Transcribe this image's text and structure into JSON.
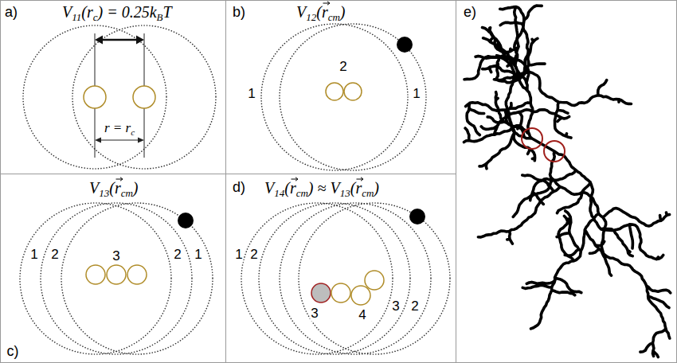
{
  "diagram": {
    "labels": [
      "a)",
      "V",
      "11",
      "(r",
      "c",
      ") = 0.25k",
      "B",
      "T",
      "r = r",
      "c",
      "b)",
      "V",
      "12",
      "(",
      "r",
      "cm",
      ")",
      "1",
      "2",
      "1",
      "c)",
      "V",
      "13",
      "(",
      "r",
      "cm",
      ")",
      "1",
      "2",
      "3",
      "2",
      "1",
      "d)",
      "V",
      "14",
      "(",
      "r",
      "cm",
      ") ≈ V",
      "13",
      "(",
      "r",
      "cm",
      ")",
      "1",
      "2",
      "3",
      "4",
      "3",
      "2",
      "e)"
    ]
  }
}
